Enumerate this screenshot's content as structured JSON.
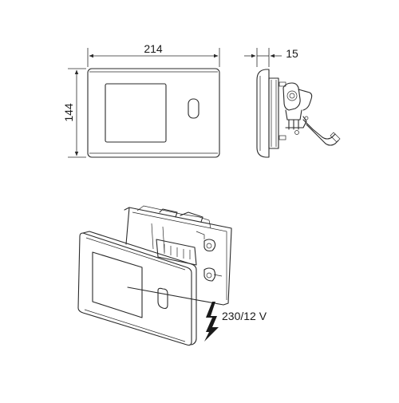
{
  "dimensions": {
    "width_label": "214",
    "height_label": "144",
    "depth_label": "15"
  },
  "electrical": {
    "voltage_label": "230/12 V"
  },
  "icons": {
    "power": "lightning-bolt-icon"
  }
}
